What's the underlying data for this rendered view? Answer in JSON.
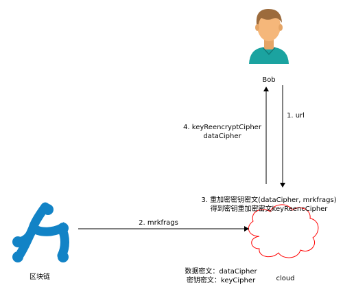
{
  "nodes": {
    "bob": {
      "label": "Bob",
      "icon": "person-avatar-icon"
    },
    "blockchain": {
      "label": "区块链",
      "icon": "ripple-logo-icon"
    },
    "cloud": {
      "label": "cloud",
      "icon": "cloud-icon"
    }
  },
  "edges": {
    "url": {
      "label": "1. url"
    },
    "mrkfrags": {
      "label": "2. mrkfrags"
    },
    "reencrypt": {
      "label_line1": "3. 重加密密钥密文(dataCipher, mrkfrags)",
      "label_line2": "得到密钥重加密密文keyReencCipher"
    },
    "return": {
      "label_line1": "4. keyReencryptCipher",
      "label_line2": "dataCipher"
    }
  },
  "cloud_contents": {
    "line1": "数据密文：dataCipher",
    "line2": "密钥密文：keyCipher"
  },
  "colors": {
    "ripple_blue": "#1283C6",
    "cloud_red": "#FF0000",
    "skin": "#F5B77A",
    "hair": "#9C6B3C",
    "shirt": "#1BA3A0"
  }
}
